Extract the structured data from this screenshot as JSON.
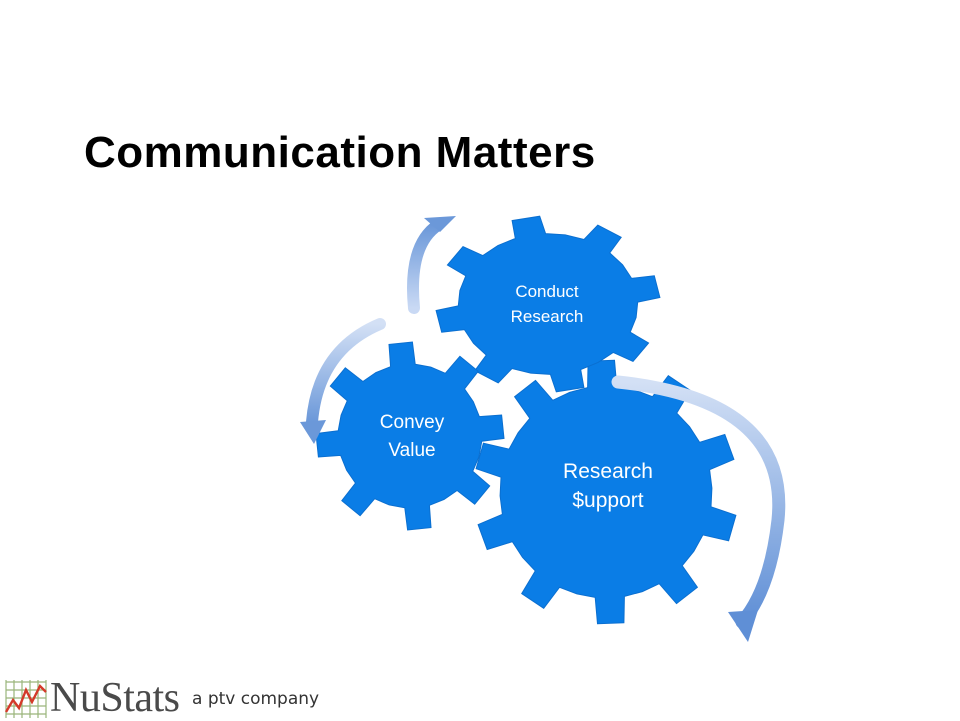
{
  "slide": {
    "title": "Communication Matters"
  },
  "diagram": {
    "type": "gear-cycle",
    "gears": [
      {
        "id": "research-support",
        "label_lines": [
          "Research",
          "$upport"
        ]
      },
      {
        "id": "convey-value",
        "label_lines": [
          "Convey",
          "Value"
        ]
      },
      {
        "id": "conduct-research",
        "label_lines": [
          "Conduct",
          "Research"
        ]
      }
    ],
    "colors": {
      "gear_fill": "#0a7de6",
      "gear_edge": "#0b6fd0",
      "arrow_light": "#c9d9f4",
      "arrow_dark": "#5f8fd6",
      "label": "#ffffff"
    }
  },
  "logo": {
    "name": "NuStats",
    "tagline": "a ptv company",
    "grid_icon": "line-chart-grid-icon",
    "colors": {
      "grid": "#9ab57a",
      "line": "#d43a2a",
      "text": "#4a4a4a"
    }
  }
}
